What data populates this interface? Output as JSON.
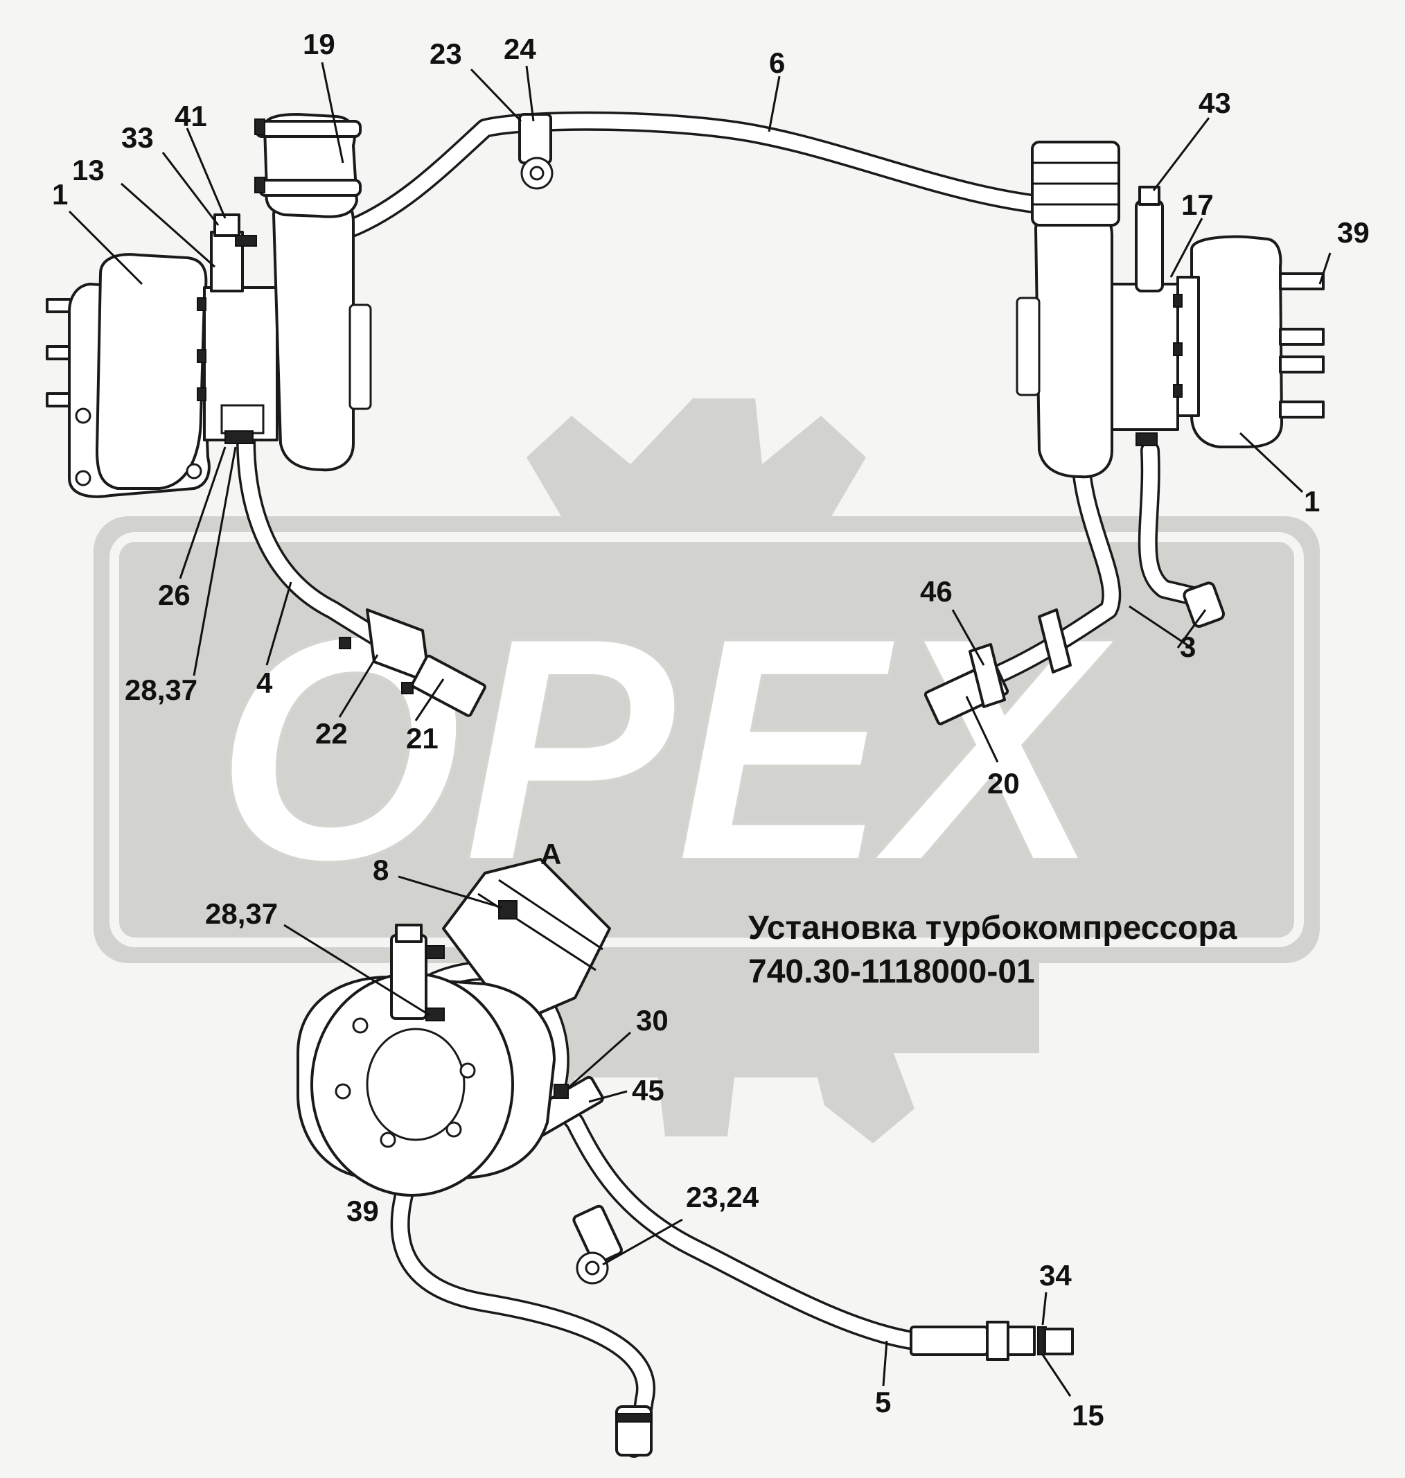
{
  "watermark": {
    "text": "OPEX"
  },
  "caption": {
    "line1": "Установка турбокомпрессора",
    "line2": "740.30-1118000-01"
  },
  "view_label": "A",
  "callouts": {
    "c19": "19",
    "c23": "23",
    "c24": "24",
    "c6": "6",
    "c43": "43",
    "c41": "41",
    "c33": "33",
    "c13": "13",
    "c1_left": "1",
    "c17": "17",
    "c39_right": "39",
    "c1_right": "1",
    "c26": "26",
    "c28_37_top": "28,37",
    "c4": "4",
    "c22": "22",
    "c21": "21",
    "c46": "46",
    "c3": "3",
    "c20": "20",
    "c8": "8",
    "c28_37_bottom": "28,37",
    "c30": "30",
    "c45": "45",
    "c23_24": "23,24",
    "c39_bottom": "39",
    "c34": "34",
    "c5": "5",
    "c15": "15"
  }
}
